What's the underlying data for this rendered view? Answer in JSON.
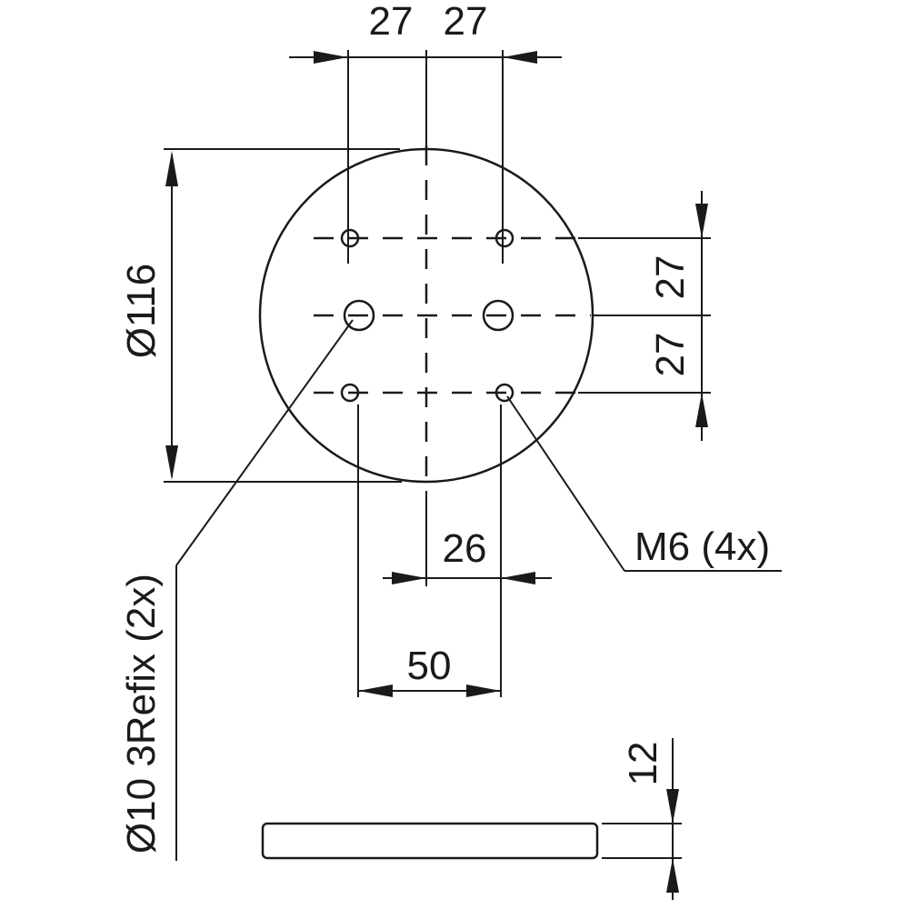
{
  "drawing": {
    "dims": {
      "top_left": "27",
      "top_right": "27",
      "diameter": "Ø116",
      "right_upper": "27",
      "right_lower": "27",
      "mid_spacing": "26",
      "bottom_spacing": "50",
      "thickness": "12"
    },
    "callouts": {
      "holes_m6": "M6 (4x)",
      "holes_d10": "Ø10 3Refix (2x)"
    }
  }
}
